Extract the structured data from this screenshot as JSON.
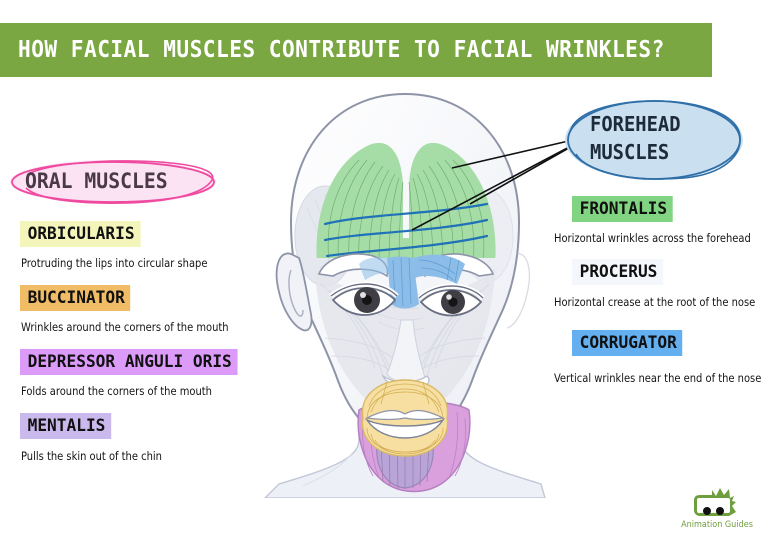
{
  "header": {
    "title": "HOW FACIAL MUSCLES CONTRIBUTE TO FACIAL WRINKLES?",
    "bar_color": "#7aa742",
    "text_color": "#ffffff"
  },
  "left_section": {
    "badge": {
      "label": "ORAL MUSCLES",
      "fill_color": "#fbe3f3",
      "stroke_color": "#ef4aa0",
      "text_color": "#4a3a47"
    },
    "items": [
      {
        "name": "ORBICULARIS",
        "description": "Protruding the lips into circular shape",
        "color": "#f4f5ba"
      },
      {
        "name": "BUCCINATOR",
        "description": "Wrinkles around the corners of the mouth",
        "color": "#f0bc66"
      },
      {
        "name": "DEPRESSOR ANGULI ORIS",
        "description": "Folds around the corners of the mouth",
        "color": "#dc9bf8"
      },
      {
        "name": "MENTALIS",
        "description": "Pulls the skin out of the chin",
        "color": "#c9b9ec"
      }
    ]
  },
  "right_section": {
    "badge": {
      "label_line1": "FOREHEAD",
      "label_line2": "MUSCLES",
      "fill_color": "#cadff0",
      "stroke_color": "#2f6fa8",
      "text_color": "#1d2b3a"
    },
    "items": [
      {
        "name": "FRONTALIS",
        "description": "Horizontal wrinkles across the forehead",
        "color": "#81d481"
      },
      {
        "name": "PROCERUS",
        "description": "Horizontal crease at the root of the nose",
        "color": "#f4f7fb"
      },
      {
        "name": "CORRUGATOR",
        "description": "Vertical wrinkles near the end of the nose",
        "color": "#63aff0"
      }
    ]
  },
  "illustration": {
    "alt": "front view of a human head showing facial muscle groups",
    "frontalis_color": "#a6dda6",
    "wrinkle_line_color": "#1f72b8",
    "corrugator_color": "#8cbde8",
    "orbicularis_oris_color": "#f6dfa0",
    "depressor_color": "#d9a0dd",
    "mentalis_color": "#b9a4d8",
    "skin_color": "#e9e9ef",
    "outline_color": "#9aa0b4"
  },
  "logo": {
    "caption": "Animation Guides",
    "mark_color": "#6f9e3f",
    "eye_color": "#111111"
  }
}
